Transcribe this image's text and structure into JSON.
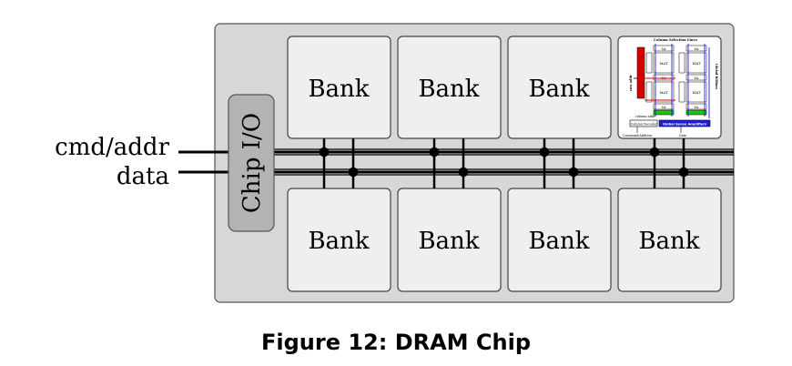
{
  "diagram": {
    "signals": [
      "cmd/addr",
      "data"
    ],
    "chip_io_label": "Chip I/O",
    "bank_label": "Bank",
    "bank_detail": {
      "top_label": "Column Selection Lines",
      "left_label": "row addr",
      "right_label": "Global Bitlines",
      "center_label": "Global Wordline Decoder",
      "mat_label": "MAT",
      "sa_label": "SA",
      "column_addr_label": "column addr",
      "column_decoder_label": "Column Decoder",
      "gsa_label": "Global Sense Amplifiers",
      "bottom_left_label": "Command/Address",
      "bottom_right_label": "Data"
    },
    "colors": {
      "chip_fill": "#d7d7d7",
      "bank_fill": "#efefef",
      "io_fill": "#b3b3b3",
      "bus": "#000000",
      "detail_red": "#d40000",
      "detail_blue": "#1f1fd8",
      "detail_green": "#14c814"
    }
  },
  "caption": "Figure 12: DRAM Chip"
}
